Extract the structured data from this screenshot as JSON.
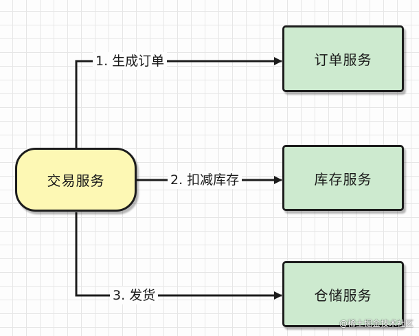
{
  "nodes": {
    "trade": {
      "label": "交易服务",
      "fill": "#fdf8b4"
    },
    "order": {
      "label": "订单服务",
      "fill": "#cdeacf"
    },
    "inventory": {
      "label": "库存服务",
      "fill": "#cdeacf"
    },
    "warehouse": {
      "label": "仓储服务",
      "fill": "#cdeacf"
    }
  },
  "edges": [
    {
      "from": "trade",
      "to": "order",
      "label": "1. 生成订单"
    },
    {
      "from": "trade",
      "to": "inventory",
      "label": "2. 扣减库存"
    },
    {
      "from": "trade",
      "to": "warehouse",
      "label": "3. 发货"
    }
  ],
  "colors": {
    "stroke": "#1c1c1c",
    "grid": "#e6e6e6"
  },
  "watermark": "@稀土掘金技术社区"
}
